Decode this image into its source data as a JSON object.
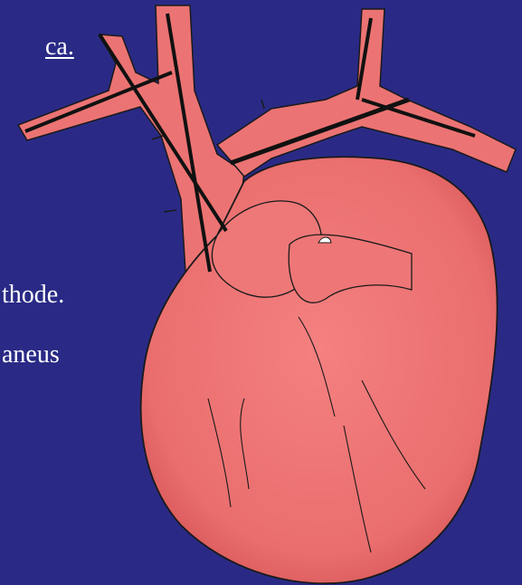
{
  "slide": {
    "background_color": "#2a2a86",
    "text_lines": [
      {
        "underlined": "ca",
        "trailing": "."
      },
      {
        "text": "thode."
      },
      {
        "text": "aneus"
      }
    ]
  },
  "illustration": {
    "subject": "heart-with-catheter-leads",
    "fill_color": "#ec7373",
    "lead_color": "#111111"
  }
}
